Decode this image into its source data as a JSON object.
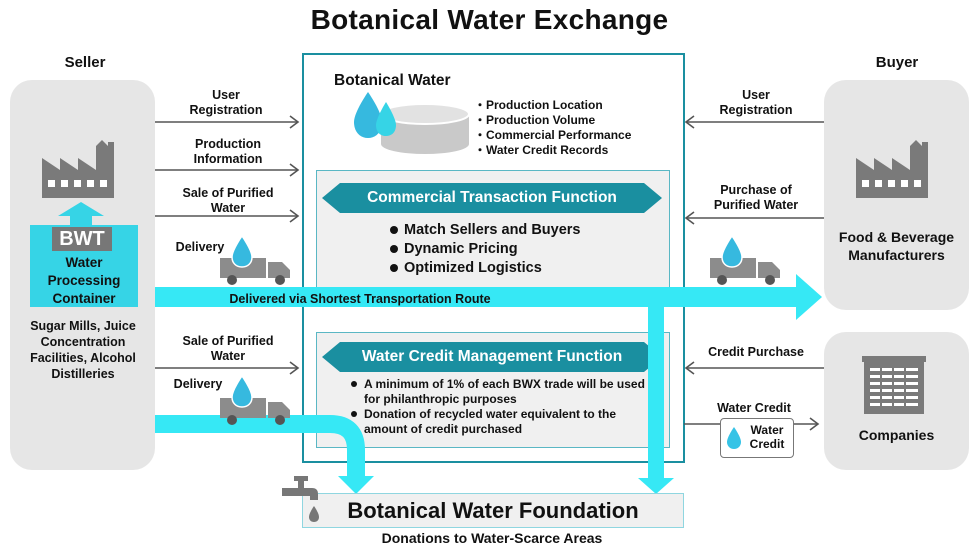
{
  "title": "Botanical Water Exchange",
  "seller": {
    "heading": "Seller",
    "bwt_label": "BWT",
    "container_label": "Water Processing Container",
    "facilities": "Sugar Mills, Juice Concentration Facilities, Alcohol Distilleries"
  },
  "buyer": {
    "heading": "Buyer",
    "manufacturers": "Food & Beverage Manufacturers",
    "companies": "Companies"
  },
  "left_flows": {
    "user_registration": "User Registration",
    "production_information": "Production Information",
    "sale_purified_1": "Sale of Purified Water",
    "delivery_1": "Delivery",
    "sale_purified_2": "Sale of Purified Water",
    "delivery_2": "Delivery"
  },
  "right_flows": {
    "user_registration": "User Registration",
    "purchase_purified": "Purchase of Purified Water",
    "credit_purchase": "Credit Purchase",
    "water_credit": "Water Credit",
    "water_credit_tag": "Water Credit"
  },
  "center": {
    "botanical_water": "Botanical Water",
    "records": [
      "Production Location",
      "Production Volume",
      "Commercial Performance",
      "Water Credit Records"
    ],
    "commercial_banner": "Commercial Transaction Function",
    "commercial_items": [
      "Match Sellers and Buyers",
      "Dynamic Pricing",
      "Optimized Logistics"
    ],
    "credit_banner": "Water Credit Management Function",
    "credit_items": [
      "A minimum of 1% of each BWX trade will be used for philanthropic purposes",
      "Donation of recycled water equivalent to the amount of credit purchased"
    ]
  },
  "route_label": "Delivered via Shortest Transportation Route",
  "foundation": {
    "name": "Botanical Water Foundation",
    "caption": "Donations to Water-Scarce Areas"
  },
  "colors": {
    "accent": "#1a8fa0",
    "cyan_flow": "#36e8f5",
    "panel_gray": "#e6e6e6",
    "icon_gray": "#7a7a7a"
  }
}
